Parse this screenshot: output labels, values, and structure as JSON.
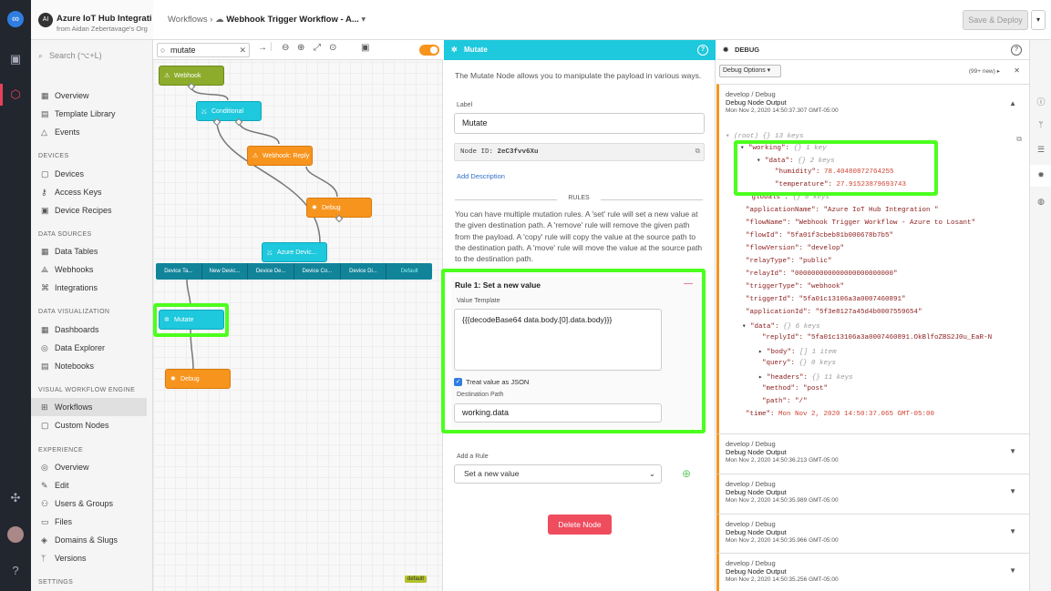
{
  "app": {
    "badge": "AI",
    "name": "Azure IoT Hub Integrati...",
    "org": "from Aidan Zebertavage's Org"
  },
  "search": {
    "placeholder": "Search (⌥+L)"
  },
  "nav": {
    "top": [
      {
        "label": "Overview"
      },
      {
        "label": "Template Library"
      },
      {
        "label": "Events"
      }
    ],
    "devices_title": "DEVICES",
    "devices": [
      {
        "label": "Devices"
      },
      {
        "label": "Access Keys"
      },
      {
        "label": "Device Recipes"
      }
    ],
    "data_title": "DATA SOURCES",
    "data": [
      {
        "label": "Data Tables"
      },
      {
        "label": "Webhooks"
      },
      {
        "label": "Integrations"
      }
    ],
    "viz_title": "DATA VISUALIZATION",
    "viz": [
      {
        "label": "Dashboards"
      },
      {
        "label": "Data Explorer"
      },
      {
        "label": "Notebooks"
      }
    ],
    "vwe_title": "VISUAL WORKFLOW ENGINE",
    "vwe": [
      {
        "label": "Workflows"
      },
      {
        "label": "Custom Nodes"
      }
    ],
    "exp_title": "EXPERIENCE",
    "exp": [
      {
        "label": "Overview"
      },
      {
        "label": "Edit"
      },
      {
        "label": "Users & Groups"
      },
      {
        "label": "Files"
      },
      {
        "label": "Domains & Slugs"
      },
      {
        "label": "Versions"
      }
    ],
    "settings_title": "SETTINGS"
  },
  "breadcrumb": {
    "root": "Workflows",
    "sep": "›",
    "current": "Webhook Trigger Workflow - A...",
    "dd": "▾"
  },
  "deploy": {
    "label": "Save & Deploy",
    "dd": "▾"
  },
  "canvas": {
    "search_value": "mutate",
    "nodes": {
      "webhook": "Webhook",
      "conditional": "Conditional",
      "reply": "Webhook: Reply",
      "debug1": "Debug",
      "azure": "Azure Devic...",
      "mutate": "Mutate",
      "debug2": "Debug"
    },
    "outputs": [
      "Device Ta...",
      "New Devic...",
      "Device De...",
      "Device Co...",
      "Device Di...",
      "Default"
    ],
    "default_tag": "default"
  },
  "editor": {
    "title": "Mutate",
    "description": "The Mutate Node allows you to manipulate the payload in various ways.",
    "label_title": "Label",
    "label_value": "Mutate",
    "node_id_label": "Node ID:",
    "node_id": "2eC3fvv6Xu",
    "add_description": "Add Description",
    "rules_title": "RULES",
    "rules_desc": "You can have multiple mutation rules. A 'set' rule will set a new value at the given destination path. A 'remove' rule will remove the given path from the payload. A 'copy' rule will copy the value at the source path to the destination path. A 'move' rule will move the value at the source path to the destination path.",
    "rule_title": "Rule 1: Set a new value",
    "rule_del": "—",
    "value_template_label": "Value Template",
    "value_template": "{{{decodeBase64 data.body.[0].data.body}}}",
    "treat_json": "Treat value as JSON",
    "dest_label": "Destination Path",
    "dest_value": "working.data",
    "add_rule_label": "Add a Rule",
    "add_rule_value": "Set a new value",
    "delete_label": "Delete Node"
  },
  "debug": {
    "title": "DEBUG",
    "options": "Debug Options ▾",
    "count": "(99+ new)",
    "first": {
      "path": "develop / Debug",
      "title": "Debug Node Output",
      "time": "Mon Nov 2, 2020 14:50:37.307 GMT-05:00"
    },
    "json": {
      "root": "(root) {} 13 keys",
      "working": "\"working\":",
      "working_meta": "{} 1 key",
      "data": "\"data\":",
      "data_meta": "{} 2 keys",
      "humidity_k": "\"humidity\":",
      "humidity_v": "78.40480872764255",
      "temperature_k": "\"temperature\":",
      "temperature_v": "27.91523879693743",
      "globals_k": "\"globals\":",
      "globals_v": "{} 0 keys",
      "appName_k": "\"applicationName\":",
      "appName_v": "\"Azure IoT Hub Integration \"",
      "flowName_k": "\"flowName\":",
      "flowName_v": "\"Webhook Trigger Workflow - Azure to Losant\"",
      "flowId_k": "\"flowId\":",
      "flowId_v": "\"5fa01f3cbeb81b000678b7b5\"",
      "flowVersion_k": "\"flowVersion\":",
      "flowVersion_v": "\"develop\"",
      "relayType_k": "\"relayType\":",
      "relayType_v": "\"public\"",
      "relayId_k": "\"relayId\":",
      "relayId_v": "\"000000000000000000000000\"",
      "triggerType_k": "\"triggerType\":",
      "triggerType_v": "\"webhook\"",
      "triggerId_k": "\"triggerId\":",
      "triggerId_v": "\"5fa01c13106a3a0007460891\"",
      "applicationId_k": "\"applicationId\":",
      "applicationId_v": "\"5f3e8127a45d4b0007559654\"",
      "data2_k": "\"data\":",
      "data2_v": "{} 6 keys",
      "replyId_k": "\"replyId\":",
      "replyId_v": "\"5fa01c13106a3a0007460891.OkBlfoZBS2J0u_EaR-N",
      "body_k": "\"body\":",
      "body_v": "[] 1 item",
      "query_k": "\"query\":",
      "query_v": "{} 0 keys",
      "headers_k": "\"headers\":",
      "headers_v": "{} 11 keys",
      "method_k": "\"method\":",
      "method_v": "\"post\"",
      "path_k": "\"path\":",
      "path_v": "\"/\"",
      "time_k": "\"time\":",
      "time_v": "Mon Nov 2, 2020 14:50:37.065 GMT-05:00"
    },
    "messages": [
      {
        "path": "develop / Debug",
        "title": "Debug Node Output",
        "time": "Mon Nov 2, 2020 14:50:36.213 GMT-05:00"
      },
      {
        "path": "develop / Debug",
        "title": "Debug Node Output",
        "time": "Mon Nov 2, 2020 14:50:35.989 GMT-05:00"
      },
      {
        "path": "develop / Debug",
        "title": "Debug Node Output",
        "time": "Mon Nov 2, 2020 14:50:35.966 GMT-05:00"
      },
      {
        "path": "develop / Debug",
        "title": "Debug Node Output",
        "time": "Mon Nov 2, 2020 14:50:35.256 GMT-05:00"
      }
    ]
  }
}
